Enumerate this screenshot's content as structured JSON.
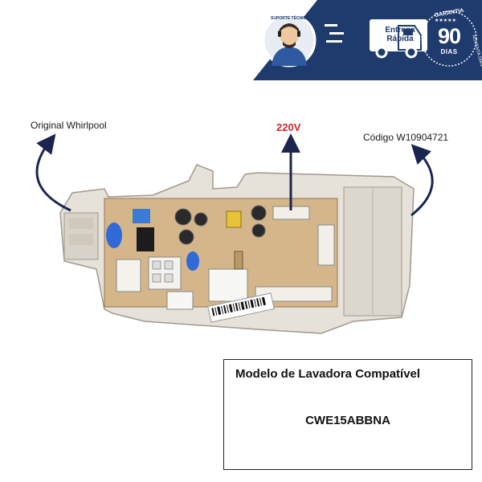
{
  "banner": {
    "badge_text": "SUPORTE TÉCNICO",
    "delivery_label": "Entrega Rápida",
    "warranty_top": "GARANTIA",
    "warranty_number": "90",
    "warranty_days": "DIAS",
    "warranty_side": "NOVENTA DIAS",
    "colors": {
      "navy": "#1f3a6d",
      "white": "#ffffff"
    }
  },
  "annotations": {
    "original": "Original Whirlpool",
    "voltage": "220V",
    "codigo": "Código W10904721",
    "voltage_color": "#d1262b"
  },
  "compat": {
    "title": "Modelo de Lavadora Compatível",
    "model": "CWE15ABBNA"
  }
}
